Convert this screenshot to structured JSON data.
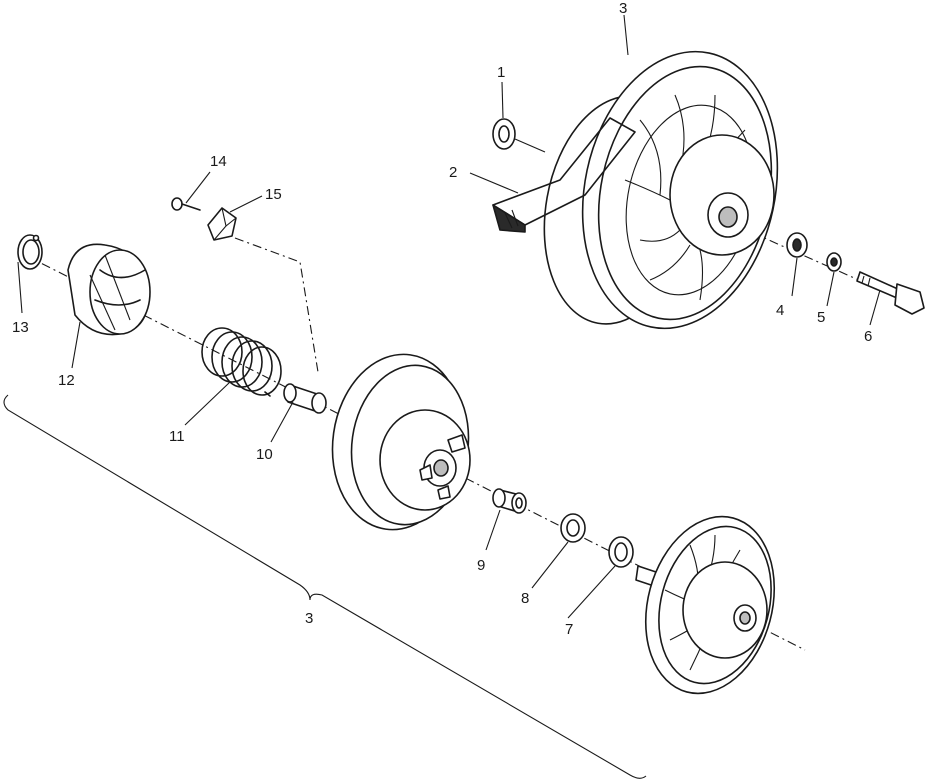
{
  "diagram": {
    "labels": {
      "p1": "1",
      "p2": "2",
      "p3_top": "3",
      "p4": "4",
      "p5": "5",
      "p6": "6",
      "p7": "7",
      "p8": "8",
      "p9": "9",
      "p10": "10",
      "p11": "11",
      "p12": "12",
      "p13": "13",
      "p14": "14",
      "p15": "15",
      "p3_bracket": "3"
    }
  }
}
